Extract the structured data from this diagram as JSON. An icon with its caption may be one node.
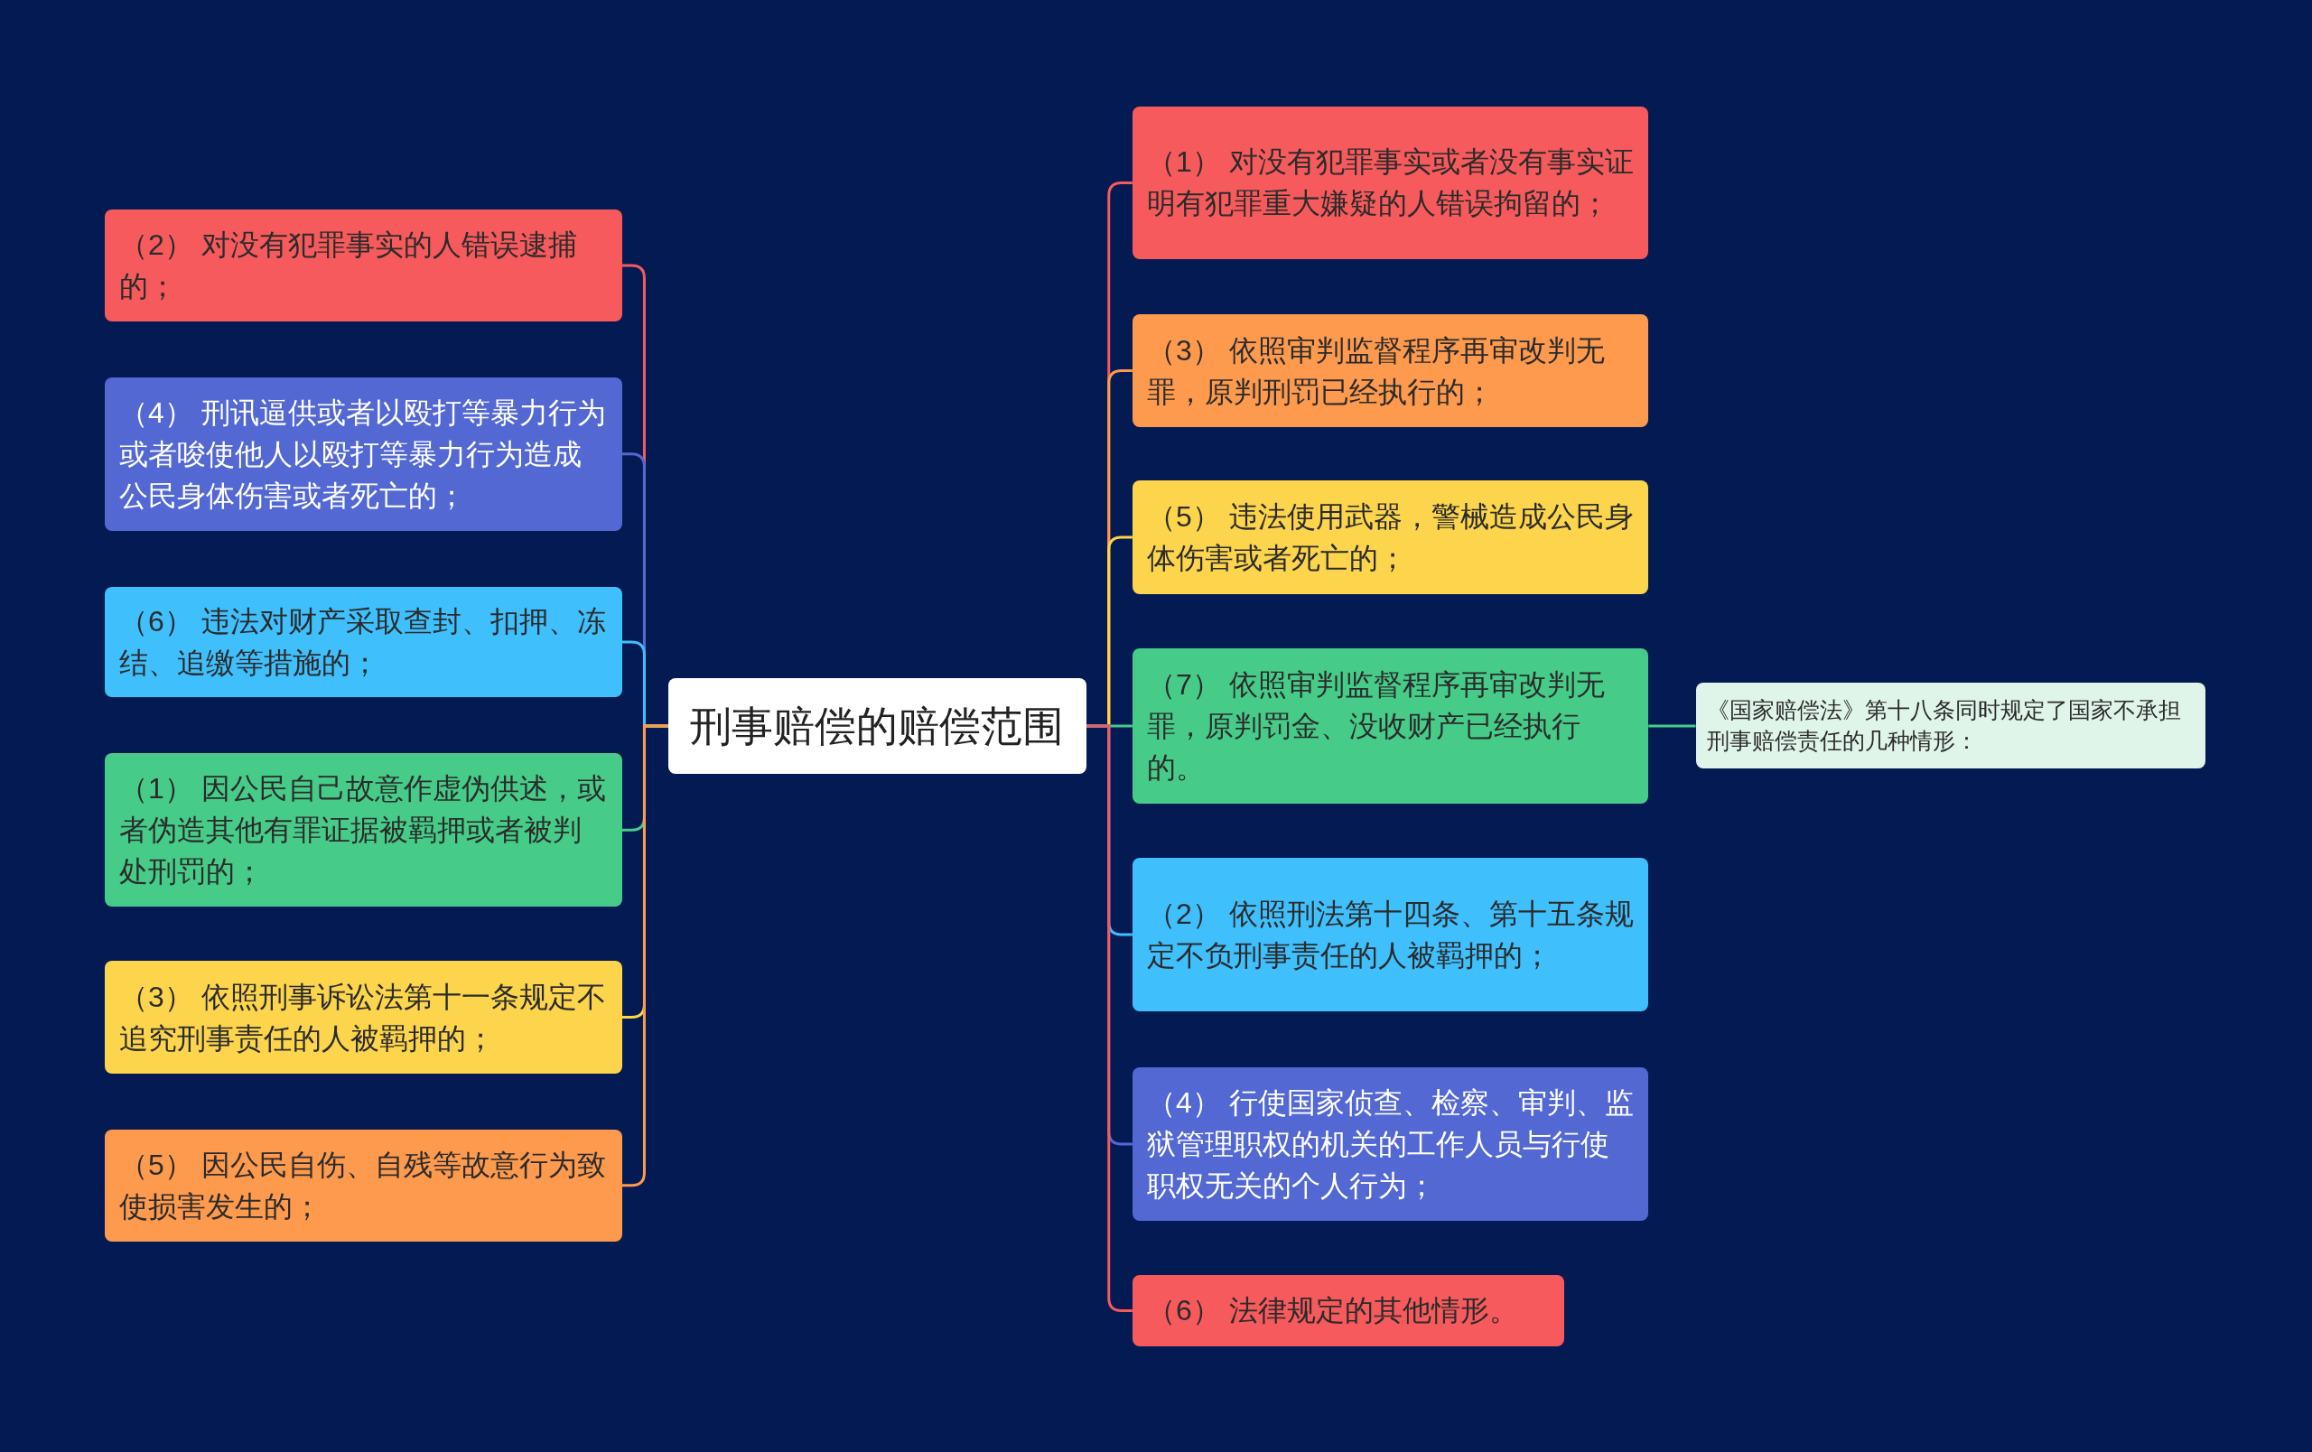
{
  "diagram": {
    "nodes": [
      {
        "text": [
          "刑事赔偿的赔偿范围"
        ]
      },
      {
        "text": [
          "（2） 对没有犯罪事实的人错误逮捕的；"
        ]
      },
      {
        "text": [
          "（4） 刑讯逼供或者以殴打等暴力行为或者唆使他人以殴打等暴力行为造成公民身体伤害或者死亡的；"
        ]
      },
      {
        "text": [
          "（6） 违法对财产采取查封、扣押、冻结、追缴等措施的；"
        ]
      },
      {
        "text": [
          "（1） 因公民自己故意作虚伪供述，或者伪造其他有罪证据被羁押或者被判处刑罚的；"
        ]
      },
      {
        "text": [
          "（3） 依照刑事诉讼法第十一条规定不追究刑事责任的人被羁押的；"
        ]
      },
      {
        "text": [
          "（5） 因公民自伤、自残等故意行为致使损害发生的；"
        ]
      },
      {
        "text": [
          "（1） 对没有犯罪事实或者没有事实证明有犯罪重大嫌疑的人错误拘留的；"
        ]
      },
      {
        "text": [
          "（3） 依照审判监督程序再审改判无罪，原判刑罚已经执行的；"
        ]
      },
      {
        "text": [
          "（5） 违法使用武器，警械造成公民身体伤害或者死亡的；"
        ]
      },
      {
        "text": [
          "（7） 依照审判监督程序再审改判无罪，原判罚金、没收财产已经执行的。"
        ]
      },
      {
        "text": [
          "（2） 依照刑法第十四条、第十五条规定不负刑事责任的人被羁押的；"
        ]
      },
      {
        "text": [
          "（4） 行使国家侦查、检察、审判、监狱管理职权的机关的工作人员与行使职权无关的个人行为；"
        ]
      },
      {
        "text": [
          "（6） 法律规定的其他情形。"
        ]
      },
      {
        "text": [
          "《国家赔偿法》第十八条同时规定了国家不承担刑事赔偿责任的几种情形："
        ]
      }
    ],
    "edges": [
      {
        "from": 0,
        "to": 1,
        "arrow": "none",
        "color": "#f65a5c"
      },
      {
        "from": 0,
        "to": 2,
        "arrow": "none",
        "color": "#5468d4"
      },
      {
        "from": 0,
        "to": 3,
        "arrow": "none",
        "color": "#3fbffc"
      },
      {
        "from": 0,
        "to": 4,
        "arrow": "none",
        "color": "#46cc88"
      },
      {
        "from": 0,
        "to": 5,
        "arrow": "none",
        "color": "#fcd54c"
      },
      {
        "from": 0,
        "to": 6,
        "arrow": "none",
        "color": "#fd9a4e"
      },
      {
        "from": 0,
        "to": 7,
        "arrow": "none",
        "color": "#f65a5c"
      },
      {
        "from": 0,
        "to": 8,
        "arrow": "none",
        "color": "#fd9a4e"
      },
      {
        "from": 0,
        "to": 9,
        "arrow": "none",
        "color": "#fcd54c"
      },
      {
        "from": 0,
        "to": 10,
        "arrow": "none",
        "color": "#46cc88"
      },
      {
        "from": 0,
        "to": 11,
        "arrow": "none",
        "color": "#3fbffc"
      },
      {
        "from": 0,
        "to": 12,
        "arrow": "none",
        "color": "#5468d4"
      },
      {
        "from": 0,
        "to": 13,
        "arrow": "none",
        "color": "#f65a5c"
      },
      {
        "from": 10,
        "to": 14,
        "arrow": "none",
        "color": "#46cc88"
      }
    ]
  }
}
